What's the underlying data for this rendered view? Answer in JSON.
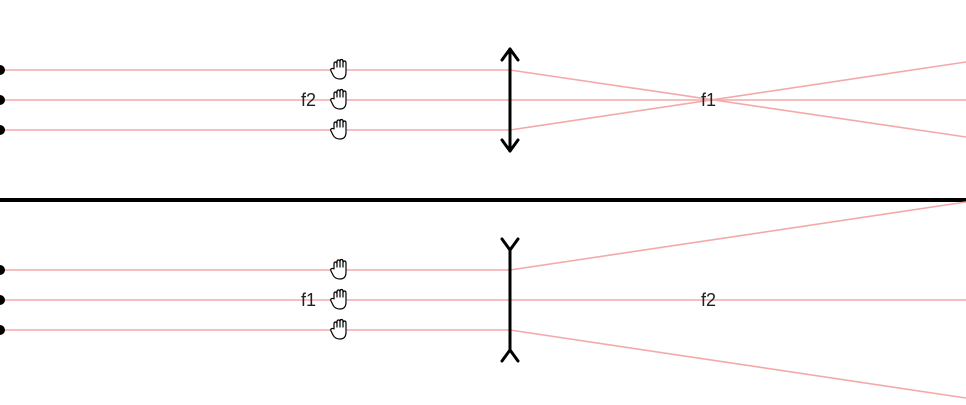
{
  "colors": {
    "ray": "#f4a9a9",
    "lens": "#000000",
    "source": "#000000",
    "divider": "#000000",
    "label": "#222222"
  },
  "icons": {
    "ray_handle": "hand-grab-icon"
  },
  "panels": {
    "converging": {
      "lens_type": "converging",
      "left_label": "f2",
      "right_label": "f1",
      "ray_count": 3
    },
    "diverging": {
      "lens_type": "diverging",
      "left_label": "f1",
      "right_label": "f2",
      "ray_count": 3
    }
  }
}
